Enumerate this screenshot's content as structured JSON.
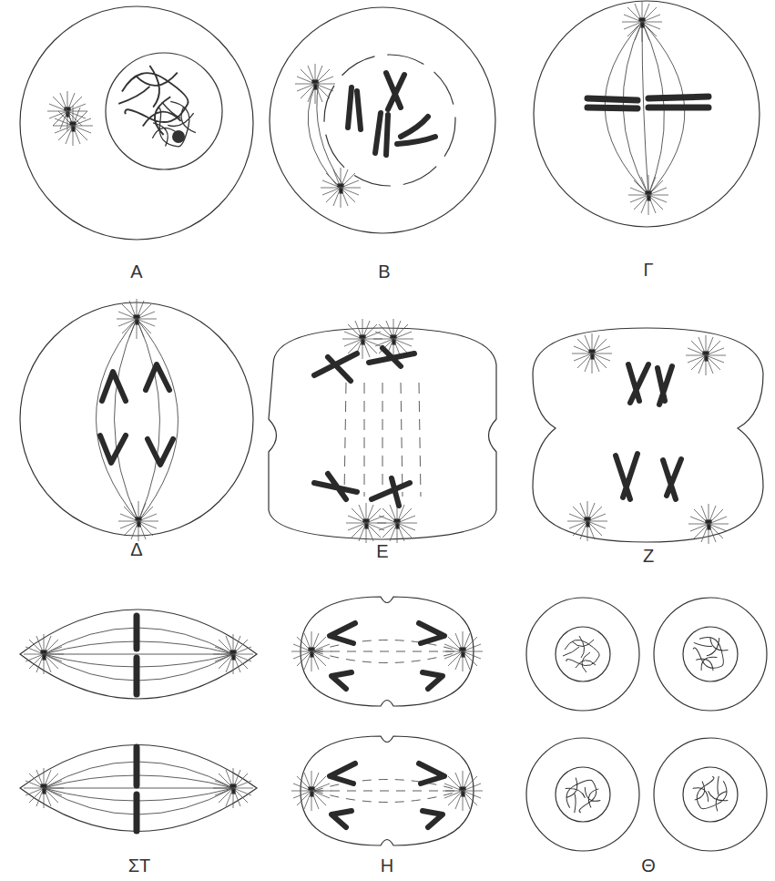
{
  "diagram": {
    "labels": [
      "Α",
      "Β",
      "Γ",
      "Δ",
      "Ε",
      "Ζ",
      "ΣΤ",
      "Η",
      "Θ"
    ]
  }
}
